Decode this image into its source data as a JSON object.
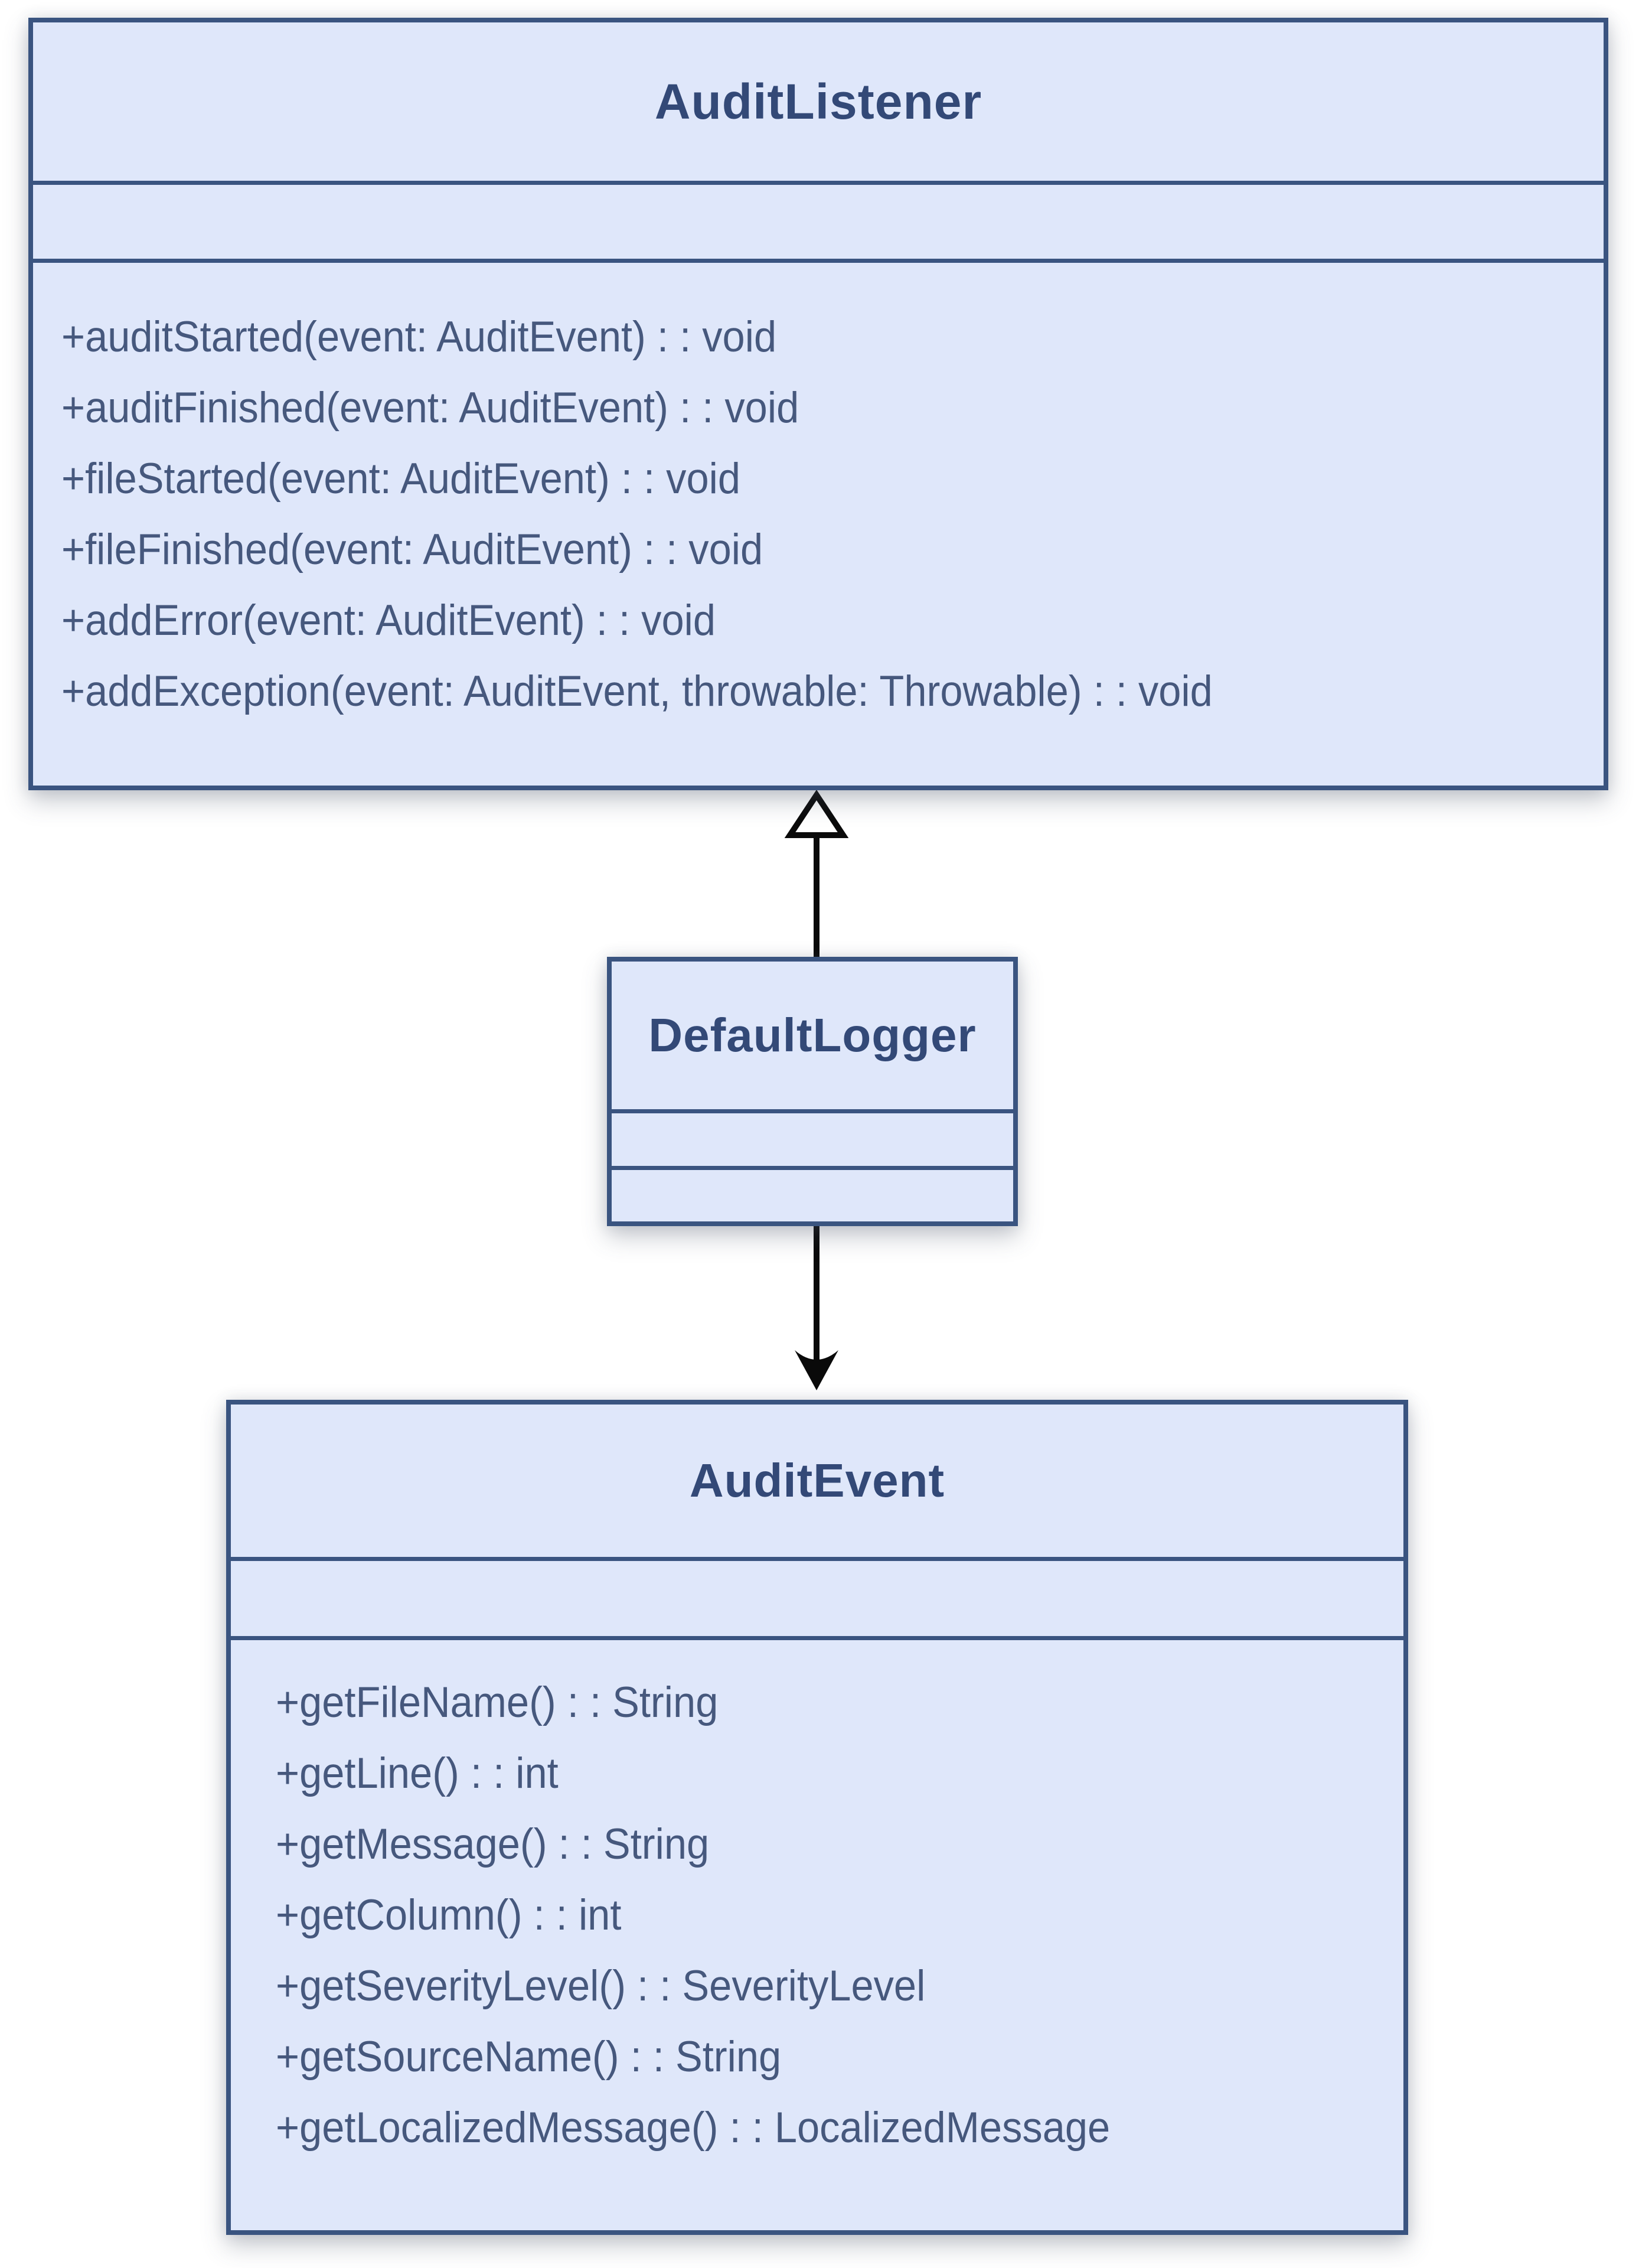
{
  "diagram": {
    "type": "uml-class-diagram",
    "classes": [
      {
        "name": "AuditListener",
        "attributes": [],
        "methods": [
          "+auditStarted(event: AuditEvent) : : void",
          "+auditFinished(event: AuditEvent) : : void",
          "+fileStarted(event: AuditEvent) : : void",
          "+fileFinished(event: AuditEvent) : : void",
          "+addError(event: AuditEvent) : : void",
          "+addException(event: AuditEvent, throwable: Throwable) : : void"
        ]
      },
      {
        "name": "DefaultLogger",
        "attributes": [],
        "methods": []
      },
      {
        "name": "AuditEvent",
        "attributes": [],
        "methods": [
          "+getFileName() : : String",
          "+getLine() : : int",
          "+getMessage() : : String",
          "+getColumn() : : int",
          "+getSeverityLevel() : : SeverityLevel",
          "+getSourceName() : : String",
          "+getLocalizedMessage() : : LocalizedMessage"
        ]
      }
    ],
    "relationships": [
      {
        "from": "DefaultLogger",
        "to": "AuditListener",
        "type": "realization",
        "arrowhead": "hollow-triangle",
        "direction": "up"
      },
      {
        "from": "DefaultLogger",
        "to": "AuditEvent",
        "type": "directed-association",
        "arrowhead": "open-dart",
        "direction": "down"
      }
    ],
    "colors": {
      "box_fill": "#dfe7fa",
      "box_border": "#3a5480",
      "title_text": "#334977",
      "method_text": "#46587d",
      "connector": "#0a0a0a",
      "background": "#ffffff"
    }
  }
}
